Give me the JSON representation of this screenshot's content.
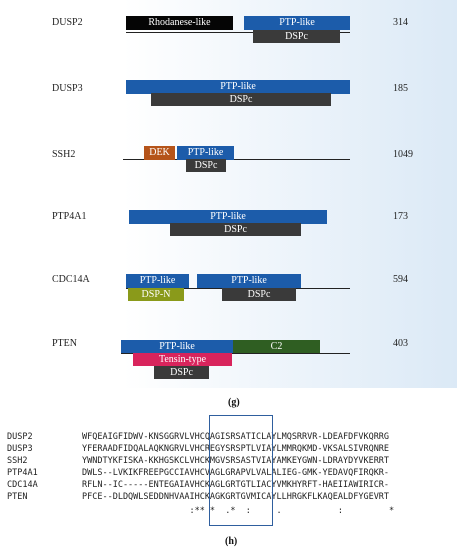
{
  "panel_g": {
    "label": "(g)",
    "proteins": [
      {
        "name": "DUSP2",
        "length": "314",
        "domains": [
          {
            "label": "Rhodanese-like",
            "kind": "rhodanese"
          },
          {
            "label": "PTP-like",
            "kind": "ptp"
          },
          {
            "label": "DSPc",
            "kind": "dspc"
          }
        ]
      },
      {
        "name": "DUSP3",
        "length": "185",
        "domains": [
          {
            "label": "PTP-like",
            "kind": "ptp"
          },
          {
            "label": "DSPc",
            "kind": "dspc"
          }
        ]
      },
      {
        "name": "SSH2",
        "length": "1049",
        "domains": [
          {
            "label": "DEK",
            "kind": "dek"
          },
          {
            "label": "PTP-like",
            "kind": "ptp"
          },
          {
            "label": "DSPc",
            "kind": "dspc"
          }
        ]
      },
      {
        "name": "PTP4A1",
        "length": "173",
        "domains": [
          {
            "label": "PTP-like",
            "kind": "ptp"
          },
          {
            "label": "DSPc",
            "kind": "dspc"
          }
        ]
      },
      {
        "name": "CDC14A",
        "length": "594",
        "domains": [
          {
            "label": "PTP-like",
            "kind": "ptp"
          },
          {
            "label": "PTP-like",
            "kind": "ptp"
          },
          {
            "label": "DSP-N",
            "kind": "dspn"
          },
          {
            "label": "DSPc",
            "kind": "dspc"
          }
        ]
      },
      {
        "name": "PTEN",
        "length": "403",
        "domains": [
          {
            "label": "PTP-like",
            "kind": "ptp"
          },
          {
            "label": "C2",
            "kind": "c2"
          },
          {
            "label": "Tensin-type",
            "kind": "tensin"
          },
          {
            "label": "DSPc",
            "kind": "dspc"
          }
        ]
      }
    ]
  },
  "panel_h": {
    "label": "(h)",
    "rows": [
      {
        "name": "DUSP2",
        "seq": "WFQEAIGFIDWV-KNSGGRVLVHCQAGISRSATICLAYLMQSRRVR-LDEAFDFVKQRRG"
      },
      {
        "name": "DUSP3",
        "seq": "YFERAADFIDQALAQKNGRVLVHCREGYSRSPTLVIAYLMMRQKMD-VKSALSIVRQNRE"
      },
      {
        "name": "SSH2",
        "seq": "YWNDTYKFISKA-KKHGSKCLVHCKMGVSRSASTVIAYAMKEYGWN-LDRAYDYVKERRT"
      },
      {
        "name": "PTP4A1",
        "seq": "DWLS--LVKIKFREEPGCCIAVHCVAGLGRAPVLVALALIEG-GMK-YEDAVQFIRQKR-"
      },
      {
        "name": "CDC14A",
        "seq": "RFLN--IC-----ENTEGAIAVHCKAGLGRTGTLIACYVMKHYRFT-HAEIIAWIRICR-"
      },
      {
        "name": "PTEN",
        "seq": "PFCE--DLDQWLSEDDNHVAAIHCKAGKGRTGVMICAYLLHRGKFLKAQEALDFYGEVRT"
      }
    ],
    "conservation": "                     :** *  .*  :     .           :         *"
  },
  "colors": {
    "ptp": "#1c5caa",
    "dspc": "#3a3a3a",
    "rhodanese": "#050505",
    "dek": "#b5541a",
    "dspn": "#8a9a1a",
    "c2": "#2f5e22",
    "tensin": "#d8245c",
    "motif_box": "#2f5f9e"
  }
}
